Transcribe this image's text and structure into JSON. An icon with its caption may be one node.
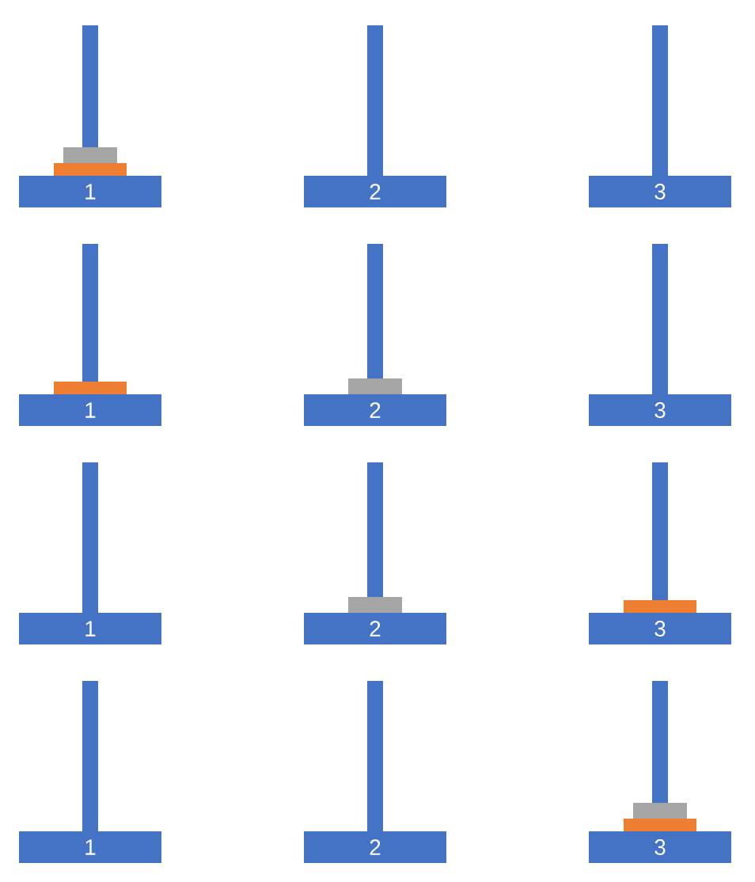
{
  "diagram": {
    "nodes": [
      {
        "text": [
          "1"
        ]
      },
      {
        "text": [
          "2"
        ]
      },
      {
        "text": [
          "3"
        ]
      },
      {
        "text": [
          "1"
        ]
      },
      {
        "text": [
          "2"
        ]
      },
      {
        "text": [
          "3"
        ]
      },
      {
        "text": [
          "1"
        ]
      },
      {
        "text": [
          "2"
        ]
      },
      {
        "text": [
          "3"
        ]
      },
      {
        "text": [
          "1"
        ]
      },
      {
        "text": [
          "2"
        ]
      },
      {
        "text": [
          "3"
        ]
      }
    ]
  }
}
